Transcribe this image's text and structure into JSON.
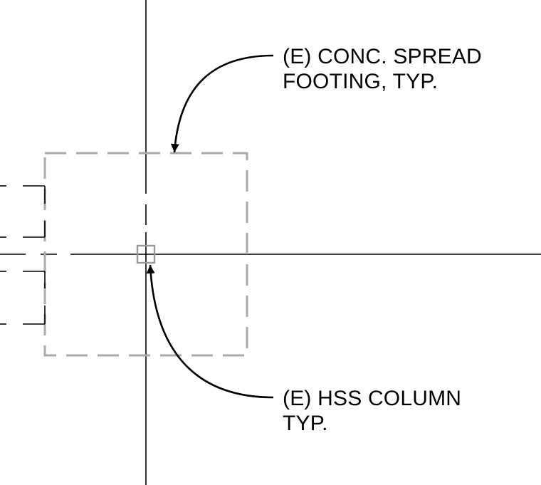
{
  "annotations": {
    "footing": {
      "line1": "(E) CONC. SPREAD",
      "line2": "FOOTING, TYP."
    },
    "column": {
      "line1": "(E) HSS COLUMN",
      "line2": "TYP."
    }
  },
  "colors": {
    "ink": "#000000",
    "hidden_lines": "#aaaaaa",
    "background": "#ffffff"
  }
}
